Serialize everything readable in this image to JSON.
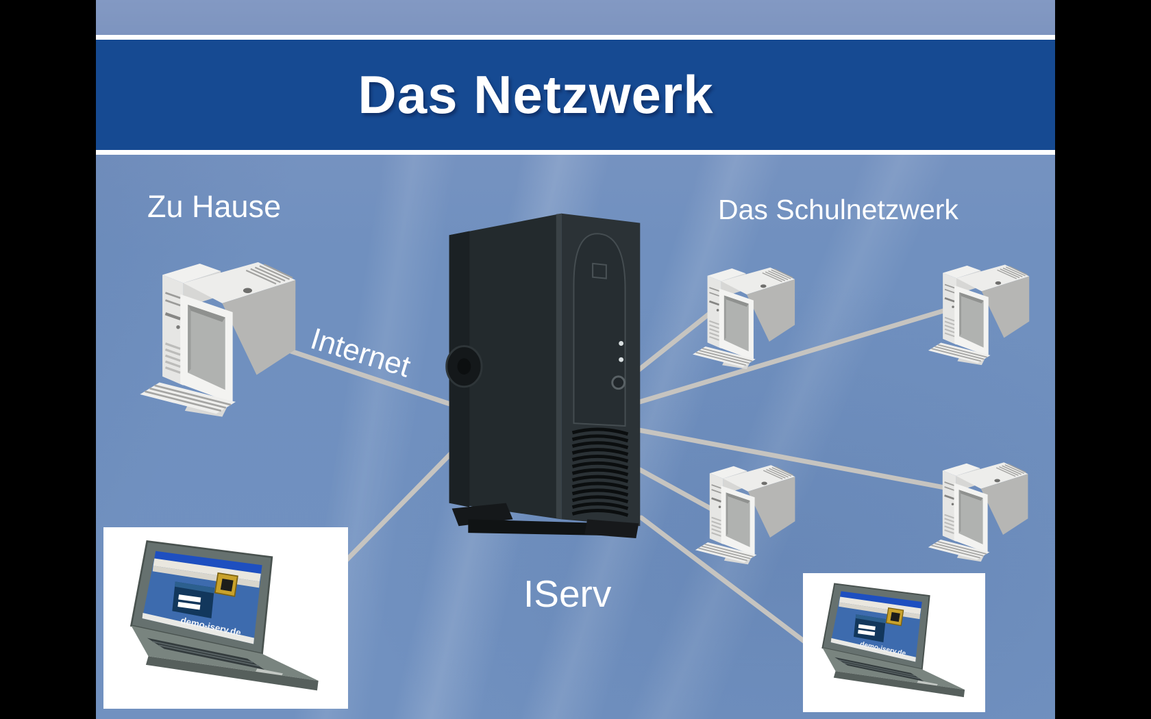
{
  "slide": {
    "title": "Das Netzwerk",
    "labels": {
      "home": "Zu Hause",
      "internet": "Internet",
      "school_network": "Das Schulnetzwerk",
      "server": "IServ"
    },
    "laptop_screen_text": "demo-iserv.de",
    "colors": {
      "letterbox": "#000000",
      "background": "#7191c0",
      "banner": "#164a92",
      "separator": "#ffffff",
      "connection_line": "#c6c4c0",
      "text": "#ffffff"
    },
    "diagram": {
      "nodes": [
        {
          "id": "home-pc",
          "type": "desktop-pc",
          "label": "Zu Hause"
        },
        {
          "id": "home-laptop",
          "type": "laptop-photo",
          "screen_text": "demo-iserv.de"
        },
        {
          "id": "iserv-server",
          "type": "server-tower",
          "label": "IServ"
        },
        {
          "id": "school-pc-1",
          "type": "desktop-pc"
        },
        {
          "id": "school-pc-2",
          "type": "desktop-pc"
        },
        {
          "id": "school-pc-3",
          "type": "desktop-pc"
        },
        {
          "id": "school-pc-4",
          "type": "desktop-pc"
        },
        {
          "id": "school-laptop",
          "type": "laptop-photo",
          "screen_text": "demo-iserv.de"
        }
      ],
      "connections": [
        {
          "from": "home-pc",
          "to": "iserv-server",
          "label": "Internet"
        },
        {
          "from": "home-laptop",
          "to": "iserv-server"
        },
        {
          "from": "iserv-server",
          "to": "school-pc-1"
        },
        {
          "from": "iserv-server",
          "to": "school-pc-2"
        },
        {
          "from": "iserv-server",
          "to": "school-pc-3"
        },
        {
          "from": "iserv-server",
          "to": "school-pc-4"
        },
        {
          "from": "iserv-server",
          "to": "school-laptop"
        }
      ]
    }
  }
}
